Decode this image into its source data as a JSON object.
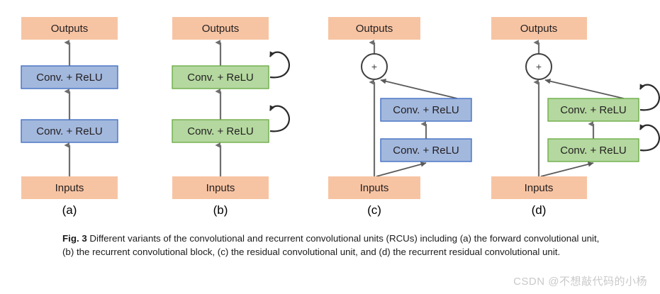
{
  "figure": {
    "colors": {
      "io_fill": "#f7c4a3",
      "io_stroke": "#f7c4a3",
      "conv_blue_fill": "#a3b8dd",
      "conv_blue_stroke": "#4472c4",
      "conv_green_fill": "#b4d8a0",
      "conv_green_stroke": "#70ad47",
      "arrow_gray": "#6e6e6e",
      "loop_black": "#2b2b2b",
      "text_dark": "#231f20",
      "watermark_gray": "#c9c9c9"
    },
    "labels": {
      "inputs": "Inputs",
      "outputs": "Outputs",
      "conv_relu": "Conv. + ReLU",
      "plus": "+"
    },
    "panels": [
      {
        "id": "a",
        "label": "(a)",
        "title": "forward convolutional unit",
        "conv_color": "blue",
        "recurrent": false,
        "residual": false,
        "blocks": [
          "Outputs",
          "Conv. + ReLU",
          "Conv. + ReLU",
          "Inputs"
        ]
      },
      {
        "id": "b",
        "label": "(b)",
        "title": "recurrent convolutional block",
        "conv_color": "green",
        "recurrent": true,
        "residual": false,
        "blocks": [
          "Outputs",
          "Conv. + ReLU",
          "Conv. + ReLU",
          "Inputs"
        ]
      },
      {
        "id": "c",
        "label": "(c)",
        "title": "residual convolutional unit",
        "conv_color": "blue",
        "recurrent": false,
        "residual": true,
        "blocks": [
          "Outputs",
          "+",
          "Conv. + ReLU",
          "Conv. + ReLU",
          "Inputs"
        ]
      },
      {
        "id": "d",
        "label": "(d)",
        "title": "recurrent residual convolutional unit",
        "conv_color": "green",
        "recurrent": true,
        "residual": true,
        "blocks": [
          "Outputs",
          "+",
          "Conv. + ReLU",
          "Conv. + ReLU",
          "Inputs"
        ]
      }
    ]
  },
  "caption": {
    "fig_number": "Fig. 3",
    "text": " Different variants of the convolutional and recurrent convolutional units (RCUs) including (a) the forward convolutional unit, (b) the recurrent convolutional block, (c) the residual convolutional unit, and (d) the recurrent residual convolutional unit."
  },
  "watermark": {
    "text": "CSDN @不想敲代码的小杨"
  }
}
